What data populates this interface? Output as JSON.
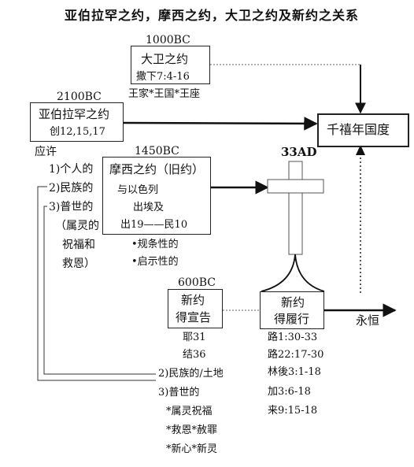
{
  "title": "亚伯拉罕之约，摩西之约，大卫之约及新约之关系",
  "david": {
    "year": "1000BC",
    "name": "大卫之约",
    "ref": "撒下7:4-16",
    "sub": "王家*王国*王座"
  },
  "abraham": {
    "year": "2100BC",
    "name": "亚伯拉罕之约",
    "ref": "创12,15,17",
    "promise_label": "应许",
    "promises": [
      "1)个人的",
      "2)民族的",
      "3)普世的"
    ],
    "spiritual": [
      "（属灵的",
      "祝福和",
      "救恩）"
    ]
  },
  "moses": {
    "year": "1450BC",
    "name": "摩西之约（旧约）",
    "lines": [
      "与以色列",
      "出埃及",
      "出19——民10"
    ],
    "traits": [
      "•规条性的",
      "•启示性的"
    ]
  },
  "kingdom": {
    "name": "千禧年国度"
  },
  "cross": {
    "year": "33AD"
  },
  "new_covenant_declared": {
    "year": "600BC",
    "line1": "新约",
    "line2": "得宣告",
    "refs": [
      "耶31",
      "结36"
    ]
  },
  "new_covenant_fulfilled": {
    "line1": "新约",
    "line2": "得履行",
    "refs": [
      "路1:30-33",
      "路22:17-30",
      "林後3:1-18",
      "加3:6-18",
      "来9:15-18"
    ]
  },
  "eternal": "永恒",
  "bottom_list": [
    "2)民族的/土地",
    "3)普世的",
    "*属灵祝福",
    "*救恩*赦罪",
    "*新心*新灵"
  ]
}
